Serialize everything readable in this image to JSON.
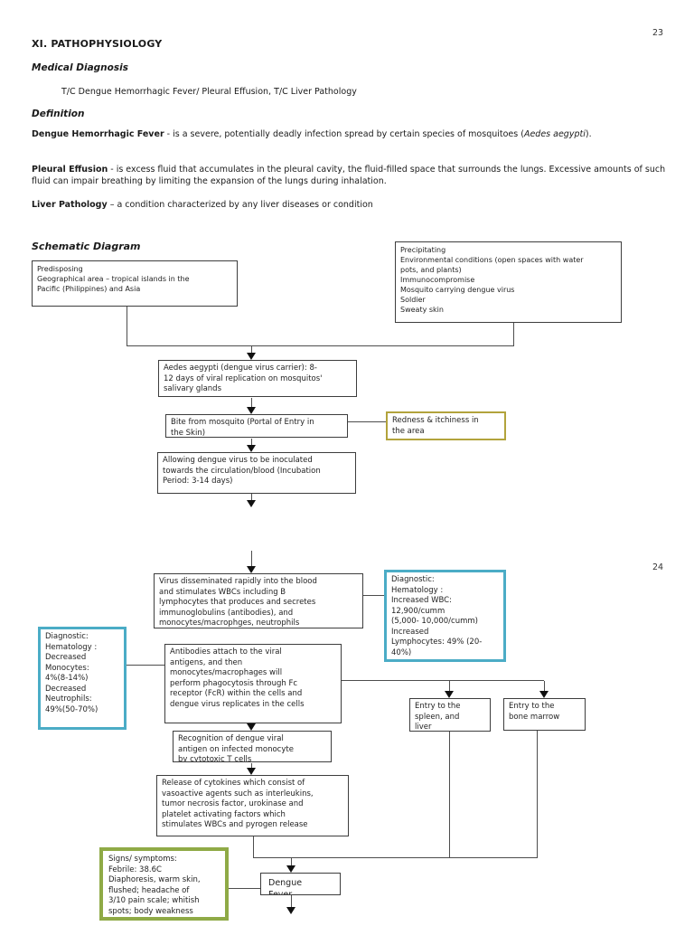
{
  "colors": {
    "diagnostic_box_border": "#4bacc6",
    "symptom_side_box_border": "#b2a33c",
    "signs_box_border": "#8faa46",
    "text": "#1a1a1a"
  },
  "header": {
    "page_number_top": "23",
    "page_number_mid": "24"
  },
  "doc": {
    "section_title": "XI. PATHOPHYSIOLOGY",
    "medical_diagnosis_heading": "Medical Diagnosis",
    "medical_diagnosis_value": "T/C Dengue Hemorrhagic Fever/ Pleural Effusion, T/C Liver Pathology",
    "definition_heading": "Definition",
    "def_dengue_term": "Dengue Hemorrhagic Fever",
    "def_dengue_body": " - is a severe, potentially deadly infection spread by certain species of mosquitoes (",
    "def_dengue_species": "Aedes aegypti",
    "def_dengue_tail": ").",
    "def_pleural_term": "Pleural Effusion",
    "def_pleural_body": " - is excess fluid that accumulates in the pleural cavity, the fluid-filled space that surrounds the lungs. Excessive amounts of such fluid can impair breathing by limiting the expansion of the lungs during inhalation.",
    "def_liver_term": "Liver Pathology",
    "def_liver_body": " – a condition characterized by any liver diseases or condition",
    "schematic_heading": "Schematic Diagram"
  },
  "diagram": {
    "predisposing": "Predisposing\nGeographical area – tropical islands in the\nPacific (Philippines) and Asia",
    "precipitating": "Precipitating\nEnvironmental conditions (open spaces with water\npots, and plants)\nImmunocompromise\nMosquito carrying dengue virus\nSoldier\nSweaty skin",
    "aedes": "Aedes aegypti (dengue virus carrier): 8-\n12 days of viral replication on mosquitos'\nsalivary glands",
    "bite": "Bite from mosquito (Portal of Entry in\nthe Skin)",
    "redness": "Redness & itchiness in\nthe area",
    "allowing": "Allowing dengue virus to be inoculated\ntowards the circulation/blood (Incubation\nPeriod: 3-14 days)",
    "virus": "Virus disseminated rapidly into the blood\nand stimulates WBCs including B\nlymphocytes that produces and secretes\nimmunoglobulins (antibodies), and\nmonocytes/macrophges, neutrophils",
    "wbc_diagnostic": "Diagnostic:\nHematology :\nIncreased WBC:\n12,900/cumm\n(5,000- 10,000/cumm)\nIncreased\nLymphocytes: 49% (20-\n40%)",
    "mono_diagnostic": "Diagnostic:\nHematology :\nDecreased\nMonocytes:\n4%(8-14%)\nDecreased\nNeutrophils:\n49%(50-70%)",
    "antibodies": "Antibodies attach to the viral\nantigens, and then\nmonocytes/macrophages will\nperform phagocytosis through Fc\nreceptor (FcR) within the cells and\ndengue virus replicates in the cells",
    "spleen": "Entry to the\nspleen, and\nliver",
    "bone_marrow": "Entry to the\nbone marrow",
    "recognition": "Recognition of dengue viral\nantigen on infected monocyte\nby cytotoxic T cells",
    "release": "Release of cytokines which consist of\nvasoactive agents such as interleukins,\ntumor necrosis factor, urokinase and\nplatelet activating factors which\nstimulates WBCs and pyrogen release",
    "signs": "Signs/ symptoms:\nFebrile: 38.6C\nDiaphoresis, warm skin,\nflushed; headache of\n3/10 pain scale; whitish\nspots; body weakness",
    "dengue_fever": "Dengue\nFever"
  }
}
